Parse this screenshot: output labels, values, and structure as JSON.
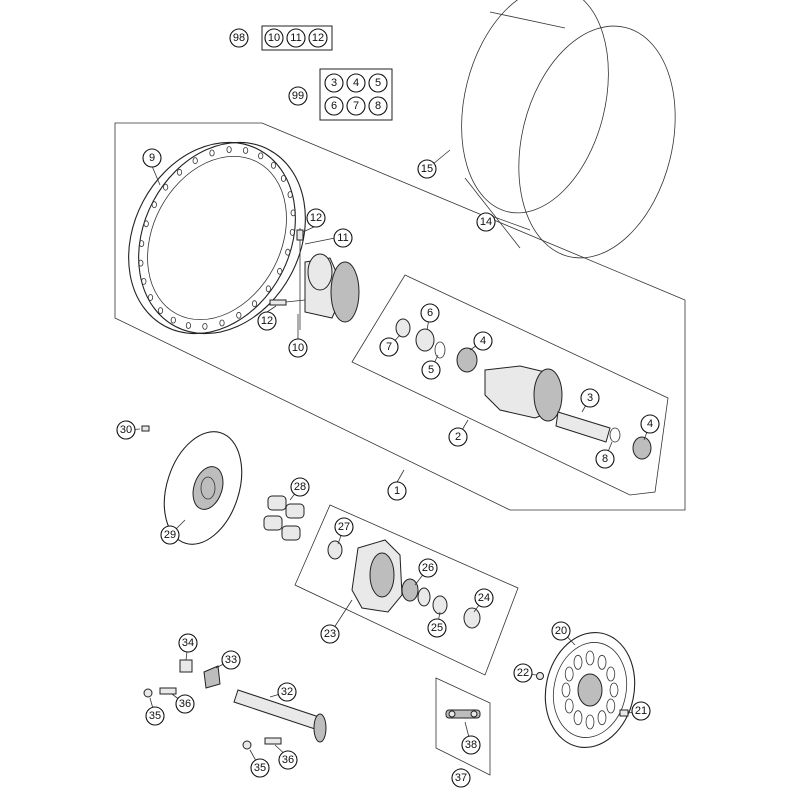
{
  "callouts": {
    "c1": "1",
    "c2": "2",
    "c3": "3",
    "c4a": "4",
    "c4b": "4",
    "c5": "5",
    "c6": "6",
    "c7": "7",
    "c8": "8",
    "c9": "9",
    "c10": "10",
    "c11": "11",
    "c12a": "12",
    "c12b": "12",
    "c14": "14",
    "c15": "15",
    "c20": "20",
    "c21": "21",
    "c22": "22",
    "c23": "23",
    "c24": "24",
    "c25": "25",
    "c26": "26",
    "c27": "27",
    "c28": "28",
    "c29": "29",
    "c30": "30",
    "c32": "32",
    "c33": "33",
    "c34": "34",
    "c35a": "35",
    "c35b": "35",
    "c36a": "36",
    "c36b": "36",
    "c37": "37",
    "c38": "38"
  },
  "kit98": {
    "label": "98",
    "items": [
      "10",
      "11",
      "12"
    ]
  },
  "kit99": {
    "label": "99",
    "items": [
      "3",
      "4",
      "5",
      "6",
      "7",
      "8"
    ]
  }
}
